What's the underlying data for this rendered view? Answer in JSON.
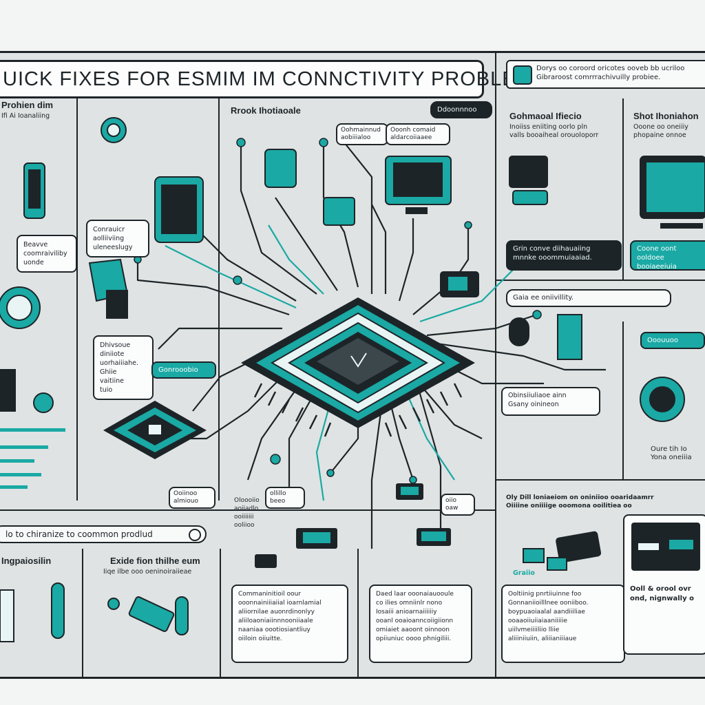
{
  "header": {
    "title": "UICK FIXES FOR ESMIM IM CONNCTIVITY PROBLEMS -"
  },
  "top_right_note": {
    "line1": "Dorys oo coroord oricotes ooveb bb ucriloo",
    "line2": "Gibraroost comrrrachivuilly probiee."
  },
  "left_column": {
    "heading": "Prohien dim",
    "subtext": "Ifi Ai Ioanaliing",
    "note": "Beavve\ncoomraiviliby\nuonde"
  },
  "column2": {
    "note1": "Conrauicr\naolliiviing\nuleneeslugy",
    "note2": "Dhivsoue\ndiniiote\nuorhaiiiahe.\nGhiie\nvaitiine\ntuio"
  },
  "column3": {
    "heading": "Rrook Ihotiaoale",
    "tag_left": "Oohmainnud\naobiiialoo",
    "tag_right": "Ooonh comaid\naldarcoiiaaee",
    "side_tag": "Gonrooobio",
    "badge": "Ddoonnnoo"
  },
  "right_panels": {
    "panel1_heading": "Gohmaoal Ifiecio",
    "panel1_sub": "Inoiiss eniiting oorlo pln\nvalls booaiheal orouoloporr",
    "panel1_callout": "Grin conve diihauaiing\nmnnke ooommuiaaiad.",
    "panel2_heading": "Shot Ihoniahon",
    "panel2_sub": "Ooone oo oneiiiy\nphopaine onnoe",
    "panel2_callout": "Coone oont ooldoee\nbooiaeeiuia unmailie.",
    "mid_tag": "Gaia ee oniivillity.",
    "chip_callout": "Obinsiiuliaoe ainn\nGsany oinineon",
    "dark_tag": "Ooouuoo",
    "side_note": "Oure tih Io\nYona oneiiia"
  },
  "bottom_section": {
    "banner": "lo to chiranize to coommon prodlud",
    "banner_icon": "power-icon",
    "col1_heading": "Ingpaiosilin",
    "col2_heading": "Exide fion thilhe eum",
    "col2_sub": "Iiqe ilbe ooo oeninoiraiieae",
    "card1": "Commaninitioil oour\nooonnainiiiaiial ioarnlamial\naliiornilae auonrdinonlyy\naliiloaoniaiinnnooniiaale\nnaaniaa oootiosiantliuy\noiiloin oiiuitte.",
    "card2": "Daed laar ooonaiauooule\nco ilies omniinlr nono\nIosaiii anioarnaiiiiiiy\nooanl ooaioanncoiigiionn\nomiaiet aaoont oinnoon\nopiiuniuc oooo phnigiliii.",
    "card3": "Ooltiinig pnrtiiuinne foo\nGonnaniioilllnee ooniiboo.\nboypuaoiaalal aandiiiliae\nooaaoiiuiiaiaaniiiiie\nuiilvmeiiiiliio lliie\naliiiniiuiin, aliiianiiiaue",
    "right_card": "Ooll & orool ovr\nond, nignwally o",
    "right_note": "Oly Dill loniaeiom on oniniioo ooaridaamrr\nOiiiine oniiiige ooomona ooilitiea oo",
    "tiny_label": "Graiio"
  },
  "chip_labels": {
    "left_chip": "Ooiinoo\nalmiouo",
    "mid_chip1": "ollillo\nbeeo",
    "mid_chip2": "Oloooiio\naoiiadlo\nooiiiiiii\nooliioo",
    "small_chip": "oiio\noaw"
  },
  "colors": {
    "teal": "#1aa9a4",
    "dark": "#1d2428",
    "panel": "#dfe3e3",
    "paper": "#f8f9f9"
  }
}
